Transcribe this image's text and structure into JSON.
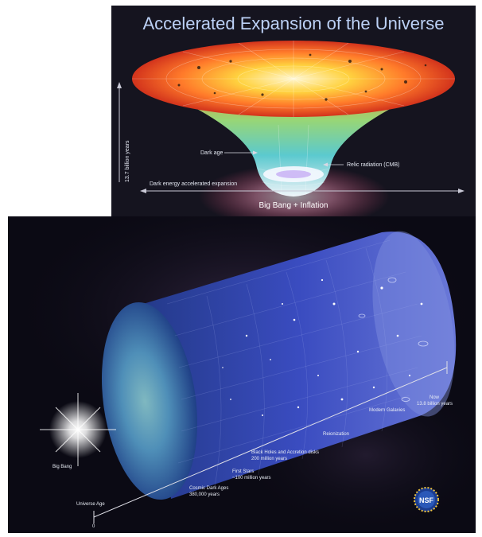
{
  "top_figure": {
    "title": "Accelerated Expansion of the Universe",
    "labels": {
      "age": "13.7 billion years",
      "dark_age": "Dark age",
      "relic_radiation": "Relic radiation (CMB)",
      "dark_energy": "Dark energy accelerated expansion",
      "big_bang_inflation": "Big Bang + Inflation"
    },
    "colors": {
      "title": "#bcd1f6",
      "funnel_rim": "#ff6a2a",
      "funnel_core": "#f2f7ff"
    }
  },
  "bottom_figure": {
    "labels": {
      "big_bang": "Big Bang",
      "universe_age": "Universe Age",
      "zero": "0",
      "now": "Now",
      "now_age": "13.8 billion years",
      "modern_galaxies": "Modern Galaxies",
      "reionization": "Reionization",
      "black_holes": "Black Holes and Accretion disks",
      "black_holes_age": "200 million years",
      "first_stars": "First Stars",
      "first_stars_age": "~100 million years",
      "cosmic_dark_ages": "Cosmic Dark Ages",
      "cosmic_dark_ages_age": "380,000 years",
      "logo": "NSF"
    },
    "colors": {
      "cylinder": "#3a4cc0",
      "cmb_cap": "#4f8fb8",
      "background": "#0b0a14"
    }
  }
}
